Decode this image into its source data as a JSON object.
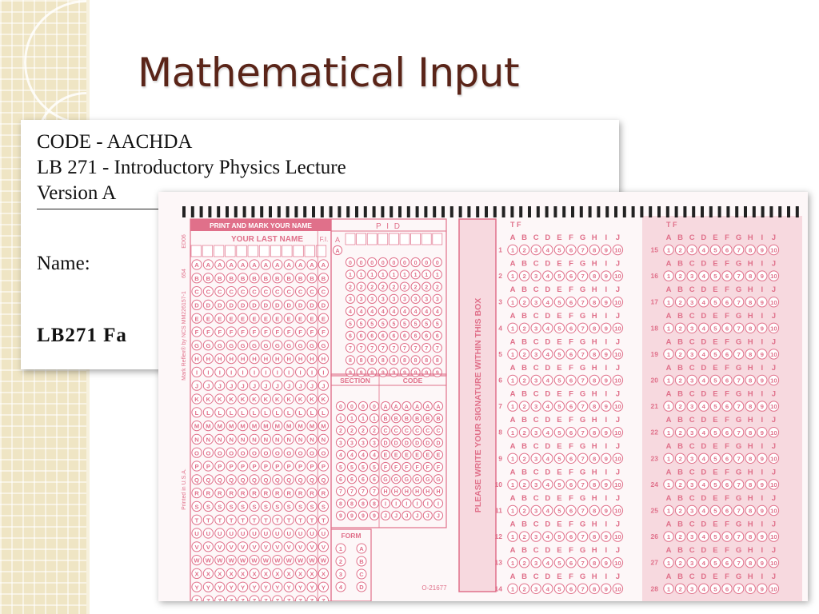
{
  "slide": {
    "title": "Mathematical Input"
  },
  "code_sheet": {
    "code_line": "CODE - AACHDA",
    "course_line": "LB 271 - Introductory Physics Lecture",
    "version_line": "Version A",
    "name_label": "Name:",
    "course_fragment": "LB271 Fa"
  },
  "scantron": {
    "form_code": "ED06",
    "print_box_label": "PRINT AND MARK YOUR NAME",
    "last_name_label": "YOUR LAST NAME",
    "fi_label": "F.I.",
    "a_label": "A",
    "pid_label": "P I D",
    "section_label": "SECTION",
    "code_label": "CODE",
    "form_label": "FORM",
    "signature_label": "PLEASE WRITE YOUR SIGNATURE WITHIN THIS BOX",
    "side_text_top": "654",
    "side_text_mid": "Mark Reflex® by NCS MM226157-1",
    "side_text_bottom": "Printed in U.S.A.",
    "form_number": "O-21677",
    "tf_label": "T F",
    "answer_letters": [
      "A",
      "B",
      "C",
      "D",
      "E",
      "F",
      "G",
      "H",
      "I",
      "J"
    ],
    "bubble_numbers": [
      "1",
      "2",
      "3",
      "4",
      "5",
      "6",
      "7",
      "8",
      "9",
      "10"
    ],
    "alphabet": [
      "A",
      "B",
      "C",
      "D",
      "E",
      "F",
      "G",
      "H",
      "I",
      "J",
      "K",
      "L",
      "M",
      "N",
      "O",
      "P",
      "Q",
      "R",
      "S",
      "T",
      "U",
      "V",
      "W",
      "X",
      "Y",
      "Z"
    ],
    "digits": [
      "0",
      "1",
      "2",
      "3",
      "4",
      "5",
      "6",
      "7",
      "8",
      "9"
    ],
    "form_options_left": [
      "1",
      "2",
      "3",
      "4"
    ],
    "form_options_right": [
      "A",
      "B",
      "C",
      "D"
    ],
    "questions_left": [
      "1",
      "2",
      "3",
      "4",
      "5",
      "6",
      "7",
      "8",
      "9",
      "10",
      "11",
      "12",
      "13",
      "14"
    ],
    "questions_right": [
      "15",
      "16",
      "17",
      "18",
      "19",
      "20",
      "21",
      "22",
      "23",
      "24",
      "25",
      "26",
      "27",
      "28"
    ],
    "colors": {
      "ink": "#e0708a",
      "paper": "#fdf7f8",
      "band": "#f7d9df"
    }
  }
}
